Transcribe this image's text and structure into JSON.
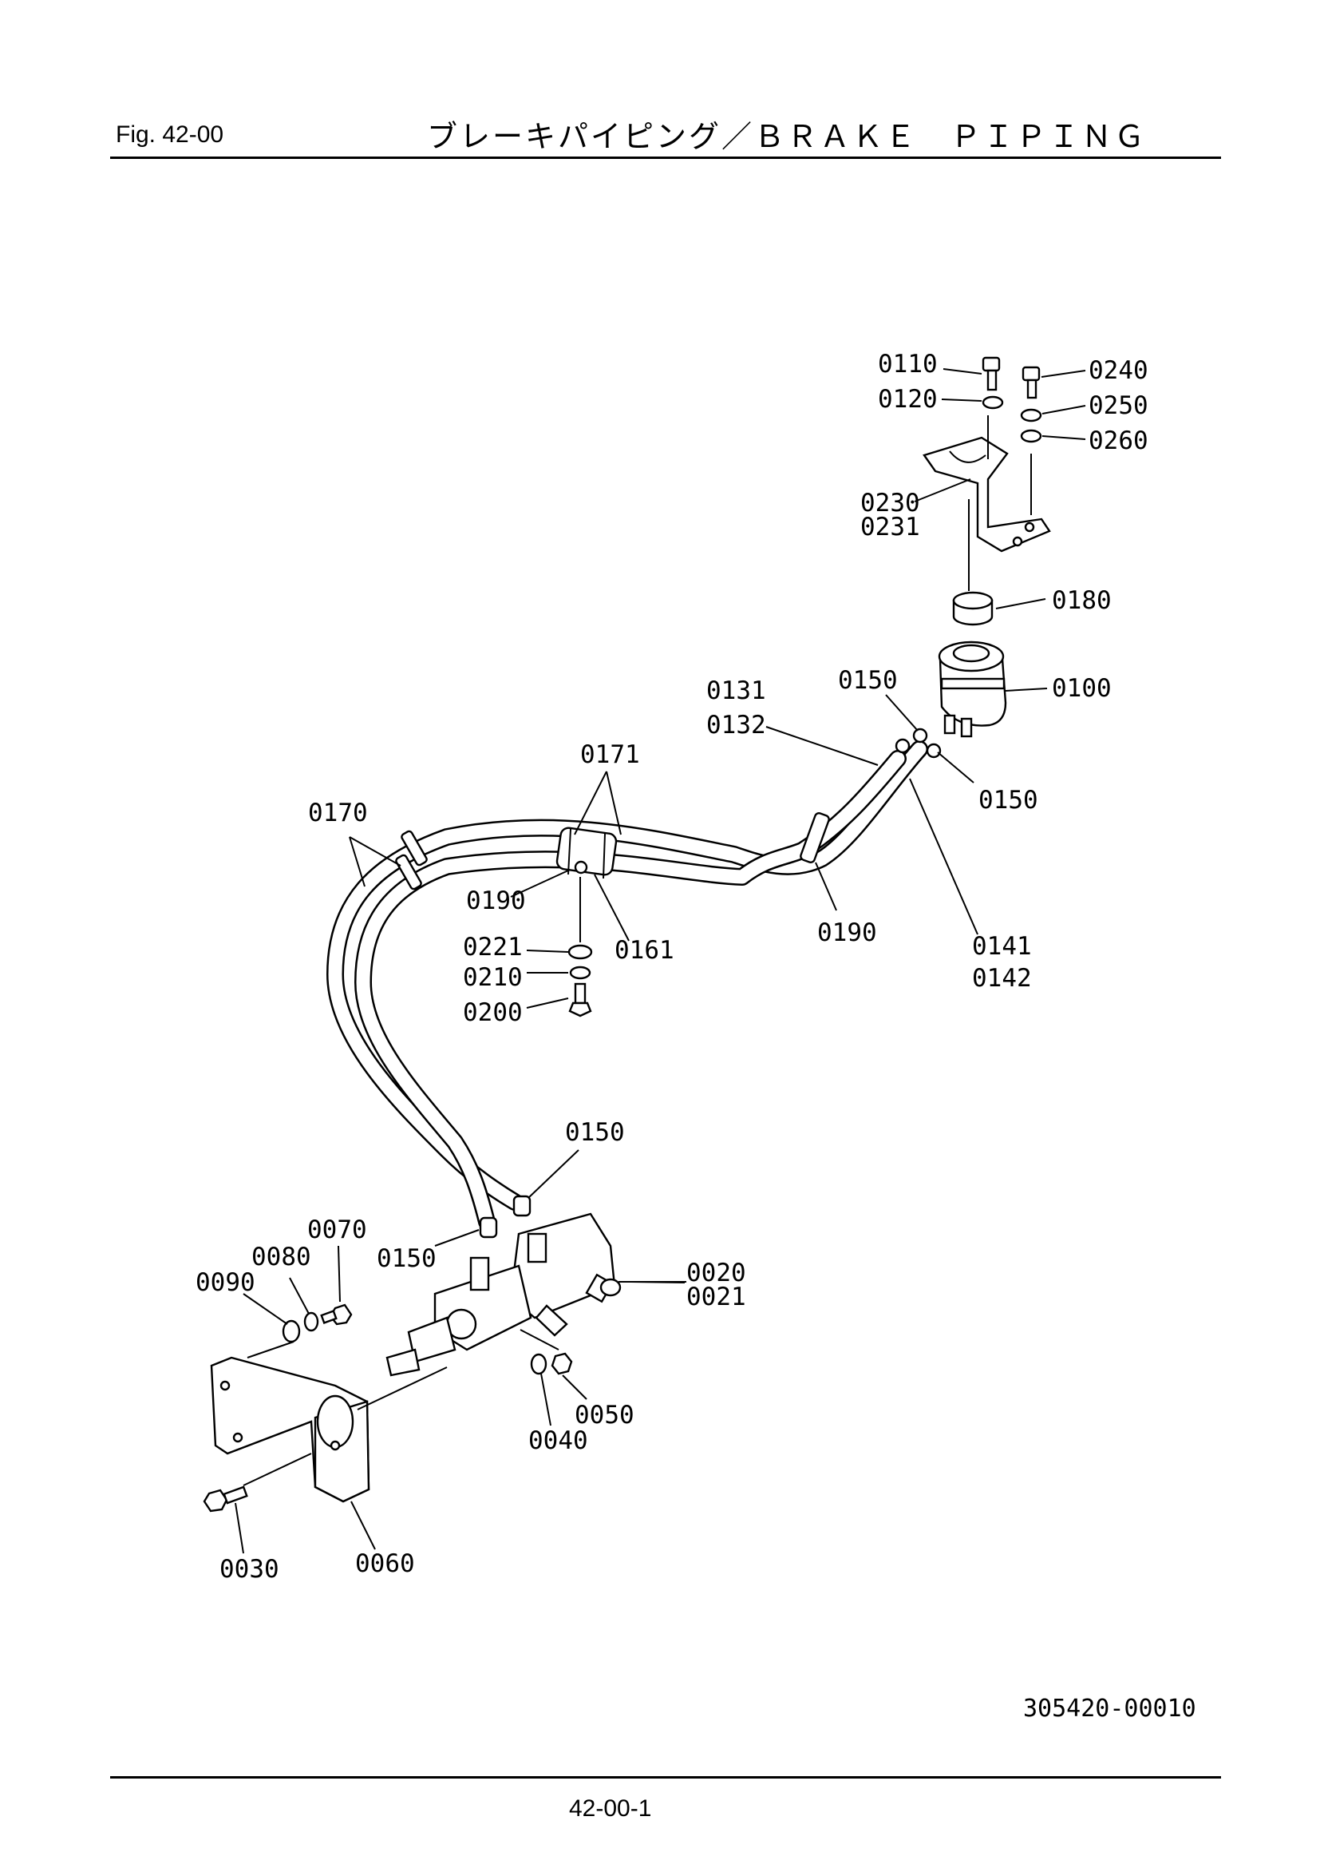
{
  "header": {
    "fig_label": "Fig.  42-00",
    "title": "ブレーキパイピング／ＢＲＡＫＥ　ＰＩＰＩＮＧ"
  },
  "footer": {
    "drawing_number": "305420-00010",
    "page_number": "42-00-1"
  },
  "callouts": {
    "c0110": "0110",
    "c0120": "0120",
    "c0240": "0240",
    "c0250": "0250",
    "c0260": "0260",
    "c0230": "0230",
    "c0231": "0231",
    "c0180": "0180",
    "c0100": "0100",
    "c0150_a": "0150",
    "c0150_b": "0150",
    "c0131": "0131",
    "c0132": "0132",
    "c0171": "0171",
    "c0170": "0170",
    "c0190_a": "0190",
    "c0190_b": "0190",
    "c0161": "0161",
    "c0221": "0221",
    "c0210": "0210",
    "c0200": "0200",
    "c0141": "0141",
    "c0142": "0142",
    "c0150_c": "0150",
    "c0150_d": "0150",
    "c0070": "0070",
    "c0080": "0080",
    "c0090": "0090",
    "c0020": "0020",
    "c0021": "0021",
    "c0050": "0050",
    "c0040": "0040",
    "c0030": "0030",
    "c0060": "0060"
  }
}
